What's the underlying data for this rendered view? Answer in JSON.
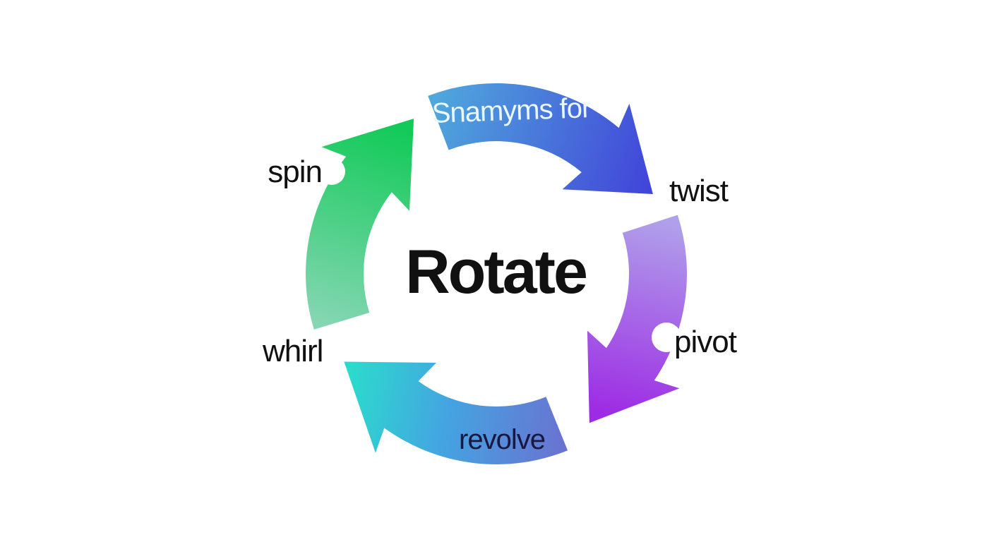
{
  "diagram": {
    "center_word": "Rotate",
    "banner_text": "Snamyms for",
    "synonyms": {
      "upper_left": "spin",
      "upper_right": "twist",
      "lower_right": "pivot",
      "bottom": "revolve",
      "lower_left": "whirl"
    },
    "colors": {
      "background": "#ffffff",
      "center_text": "#111111",
      "label_text": "#111111",
      "banner_text": "#e9f7fd",
      "revolve_text": "#181840",
      "gradients": {
        "top": {
          "from": "#4fa8dc",
          "to": "#4245d9"
        },
        "right": {
          "from": "#b0a0ea",
          "to": "#9d2ae4"
        },
        "bottom": {
          "from": "#6a72d0",
          "mid": "#44a4e2",
          "to": "#2cd9cd"
        },
        "left": {
          "from": "#12ca58",
          "to": "#85d6b3"
        }
      }
    }
  }
}
